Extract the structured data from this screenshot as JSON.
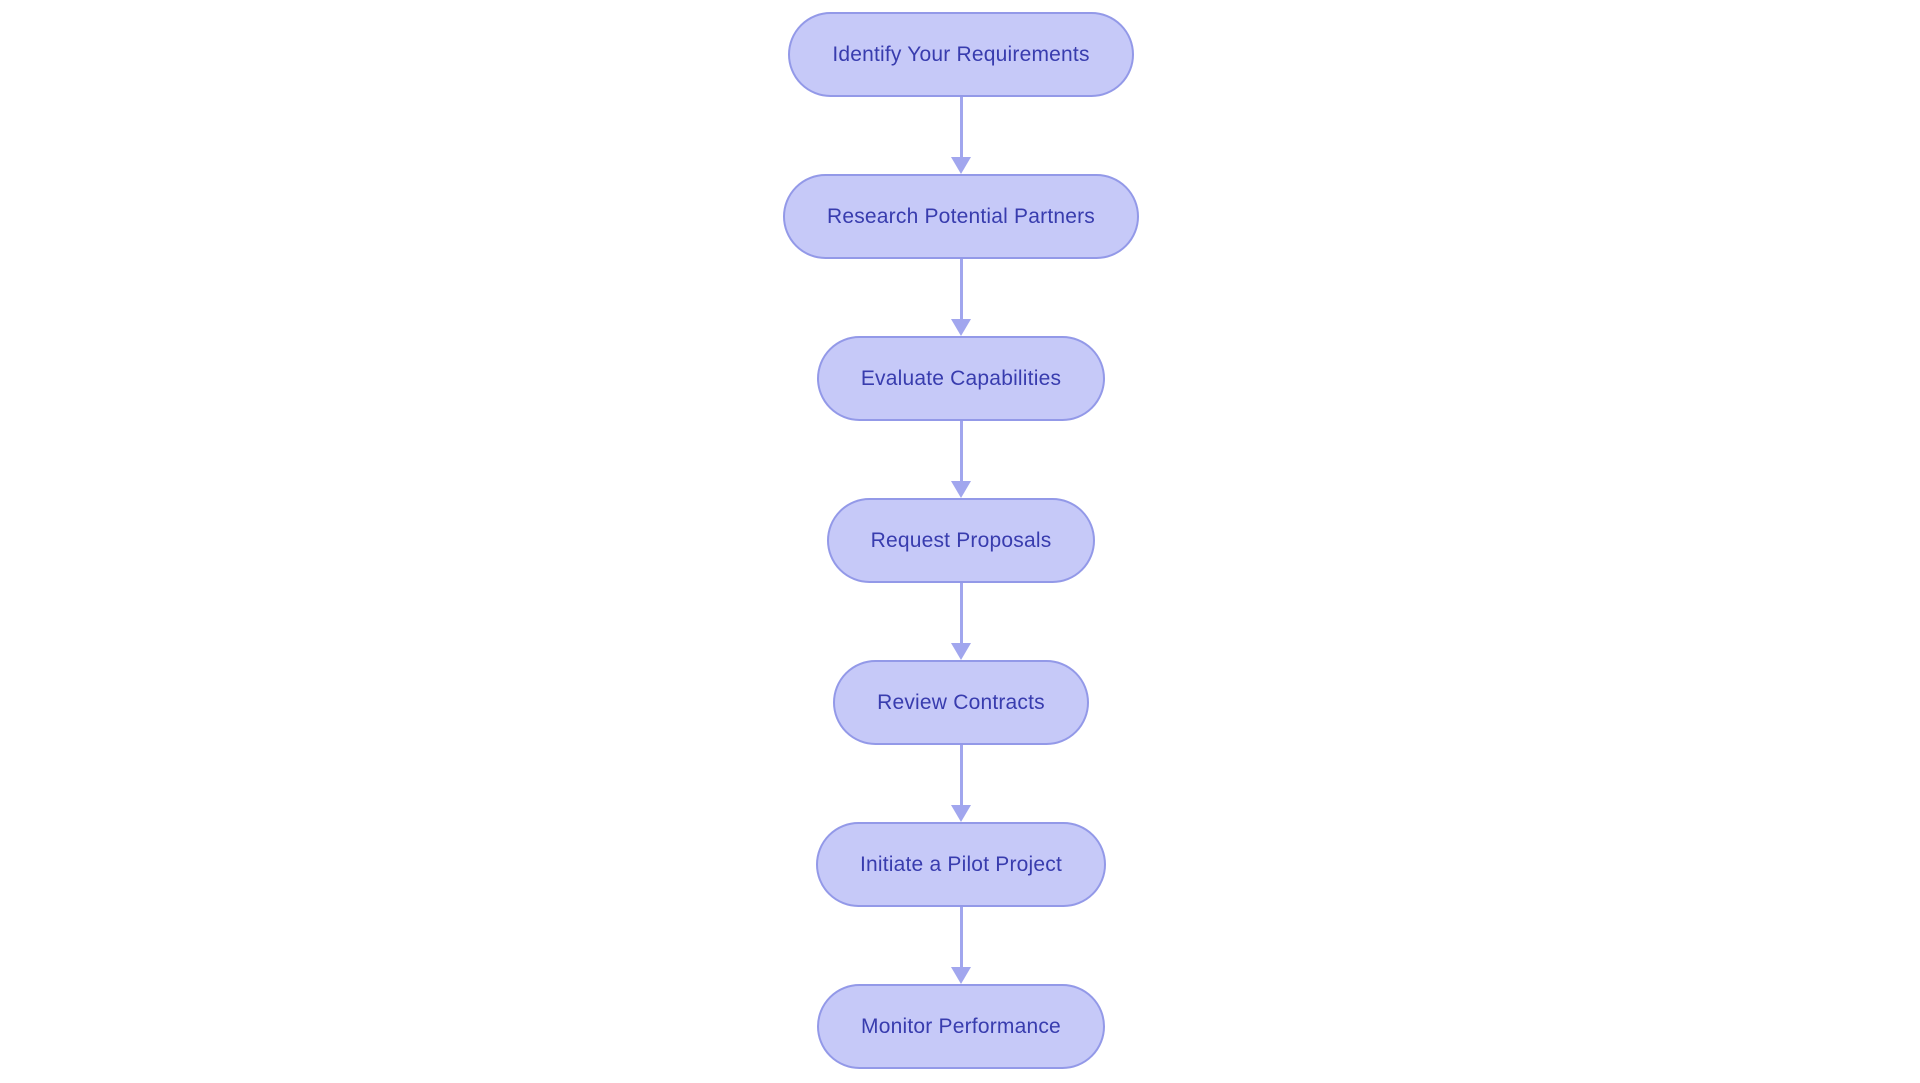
{
  "page": {
    "background_color": "#ffffff"
  },
  "flowchart": {
    "type": "vertical-process-flow",
    "direction": "top-down",
    "node_fill_color": "#c6c9f8",
    "node_border_color": "#9399e8",
    "node_text_color": "#383cae",
    "arrow_color": "#a1a6ee",
    "nodes": [
      {
        "label": "Identify Your Requirements"
      },
      {
        "label": "Research Potential Partners"
      },
      {
        "label": "Evaluate Capabilities"
      },
      {
        "label": "Request Proposals"
      },
      {
        "label": "Review Contracts"
      },
      {
        "label": "Initiate a Pilot Project"
      },
      {
        "label": "Monitor Performance"
      }
    ],
    "edges": [
      {
        "from": "Identify Your Requirements",
        "to": "Research Potential Partners"
      },
      {
        "from": "Research Potential Partners",
        "to": "Evaluate Capabilities"
      },
      {
        "from": "Evaluate Capabilities",
        "to": "Request Proposals"
      },
      {
        "from": "Request Proposals",
        "to": "Review Contracts"
      },
      {
        "from": "Review Contracts",
        "to": "Initiate a Pilot Project"
      },
      {
        "from": "Initiate a Pilot Project",
        "to": "Monitor Performance"
      }
    ]
  }
}
